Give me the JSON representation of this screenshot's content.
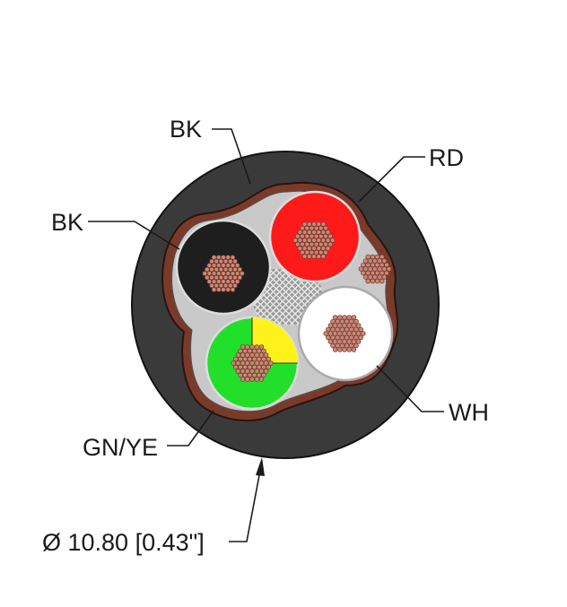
{
  "labels": {
    "jacket": "BK",
    "black_core": "BK",
    "red_core": "RD",
    "white_core": "WH",
    "ground_core": "GN/YE",
    "diameter": "Ø 10.80 [0.43\"]"
  },
  "colors": {
    "jacket": "#3a3a3a",
    "jacket_edge": "#1a1a1a",
    "shield": "#7a3a2a",
    "filler": "#b8b8b8",
    "black_insulation": "#1e1e1e",
    "red_insulation": "#ff1a1a",
    "white_insulation": "#ffffff",
    "green_insulation": "#22e02a",
    "yellow_insulation": "#fff21a",
    "copper": "#c98a7a",
    "copper_dark": "#7a3b2e"
  }
}
